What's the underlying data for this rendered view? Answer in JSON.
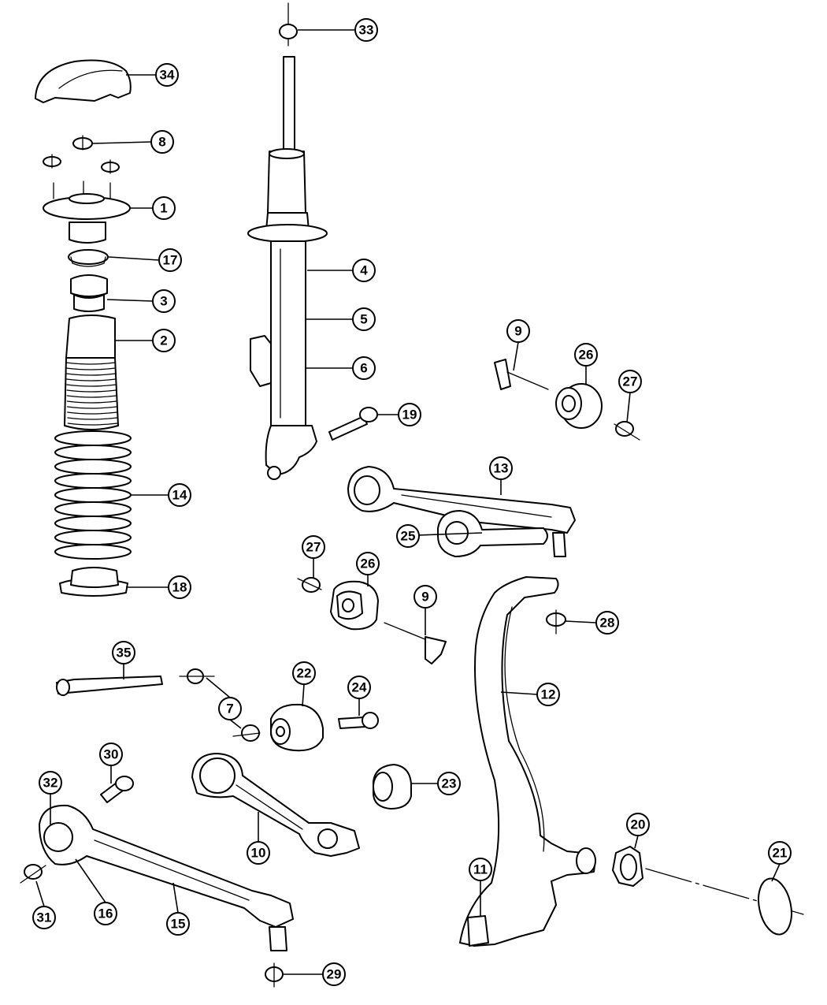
{
  "callouts": [
    {
      "num": "33"
    },
    {
      "num": "34"
    },
    {
      "num": "8"
    },
    {
      "num": "1"
    },
    {
      "num": "17"
    },
    {
      "num": "3"
    },
    {
      "num": "2"
    },
    {
      "num": "4"
    },
    {
      "num": "5"
    },
    {
      "num": "6"
    },
    {
      "num": "19"
    },
    {
      "num": "9"
    },
    {
      "num": "26"
    },
    {
      "num": "27"
    },
    {
      "num": "13"
    },
    {
      "num": "25"
    },
    {
      "num": "14"
    },
    {
      "num": "18"
    },
    {
      "num": "27"
    },
    {
      "num": "26"
    },
    {
      "num": "9"
    },
    {
      "num": "28"
    },
    {
      "num": "35"
    },
    {
      "num": "7"
    },
    {
      "num": "22"
    },
    {
      "num": "24"
    },
    {
      "num": "12"
    },
    {
      "num": "30"
    },
    {
      "num": "23"
    },
    {
      "num": "32"
    },
    {
      "num": "10"
    },
    {
      "num": "20"
    },
    {
      "num": "21"
    },
    {
      "num": "11"
    },
    {
      "num": "31"
    },
    {
      "num": "16"
    },
    {
      "num": "15"
    },
    {
      "num": "29"
    }
  ]
}
